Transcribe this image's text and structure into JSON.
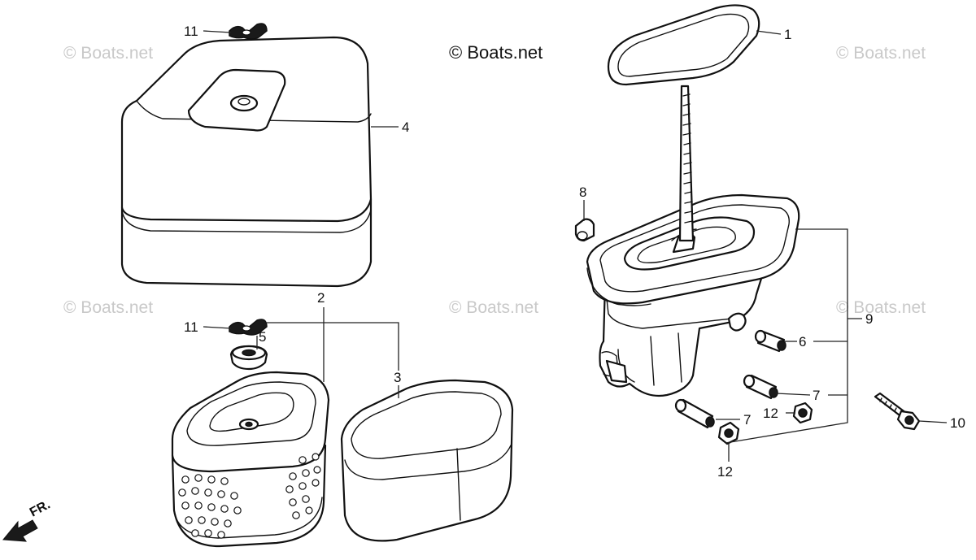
{
  "copyright": "© Boats.net",
  "watermark": "© Boats.net",
  "direction_label": "FR.",
  "callouts": {
    "c1": "1",
    "c2": "2",
    "c3": "3",
    "c4": "4",
    "c5": "5",
    "c6": "6",
    "c7a": "7",
    "c7b": "7",
    "c8": "8",
    "c9": "9",
    "c10": "10",
    "c11a": "11",
    "c11b": "11",
    "c12a": "12",
    "c12b": "12"
  }
}
